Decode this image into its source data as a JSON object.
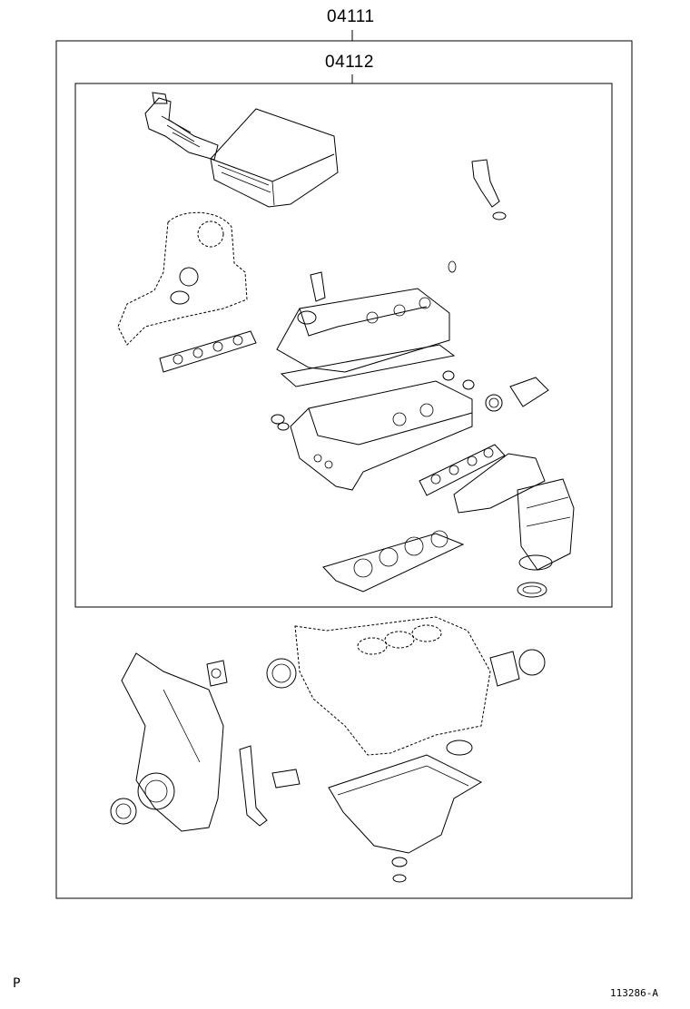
{
  "labels": {
    "outer_kit": "04111",
    "inner_kit": "04112",
    "corner_marker": "P",
    "figure_code": "113286-A"
  }
}
